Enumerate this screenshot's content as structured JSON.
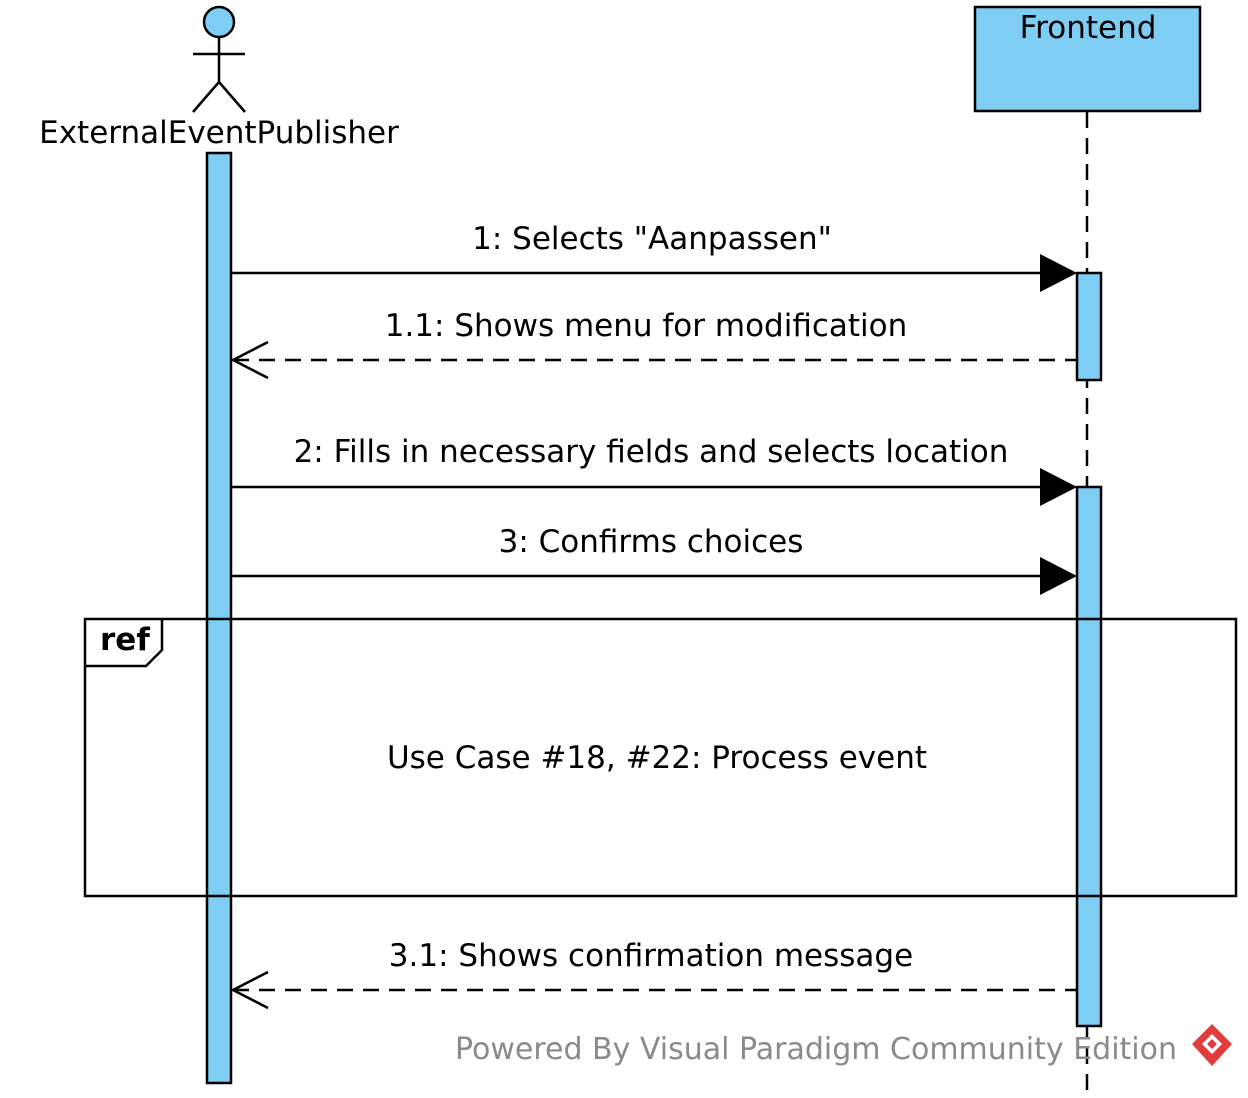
{
  "diagram": {
    "type": "sequence",
    "colors": {
      "fill": "#7ecef4",
      "stroke": "#000000",
      "watermark_text": "#8a8a8a",
      "logo": "#e03c3c"
    },
    "actors": [
      {
        "id": "actor",
        "label": "ExternalEventPublisher"
      },
      {
        "id": "frontend",
        "label": "Frontend"
      }
    ],
    "messages": [
      {
        "label": "1: Selects \"Aanpassen\"",
        "kind": "sync"
      },
      {
        "label": "1.1: Shows menu for modification",
        "kind": "return"
      },
      {
        "label": "2: Fills in necessary fields and selects location",
        "kind": "sync"
      },
      {
        "label": "3: Confirms choices",
        "kind": "sync"
      },
      {
        "label": "3.1: Shows confirmation message",
        "kind": "return"
      }
    ],
    "ref": {
      "tag": "ref",
      "label": "Use Case #18, #22: Process event"
    },
    "watermark": "Powered By Visual Paradigm Community Edition",
    "watermark_icon": "visual-paradigm-logo-icon"
  }
}
